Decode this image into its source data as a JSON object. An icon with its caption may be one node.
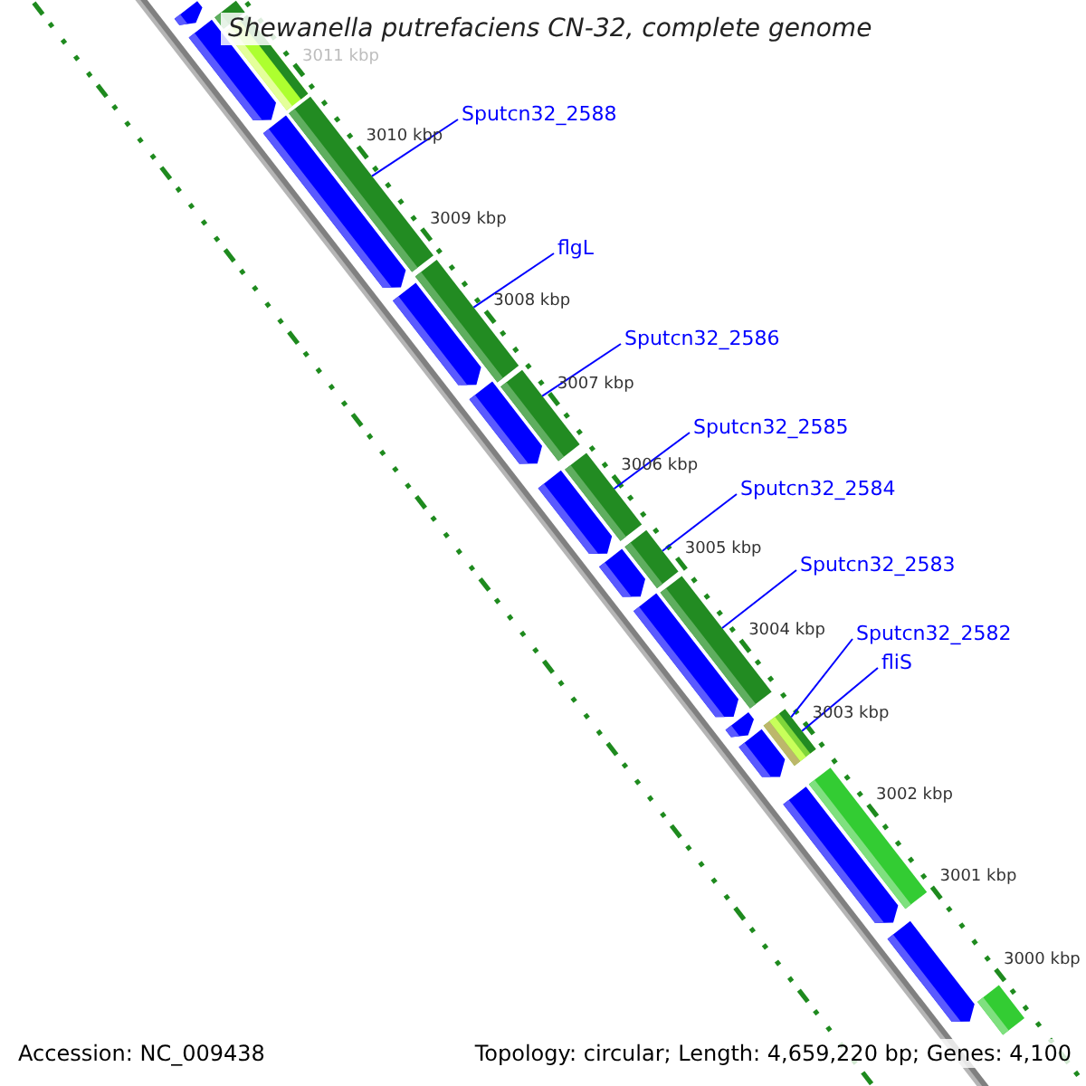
{
  "diagram": {
    "title": "Shewanella putrefaciens CN-32, complete genome",
    "nodes": [
      {
        "text": [
          "Sputcn32_2588"
        ]
      },
      {
        "text": [
          "flgL"
        ]
      },
      {
        "text": [
          "Sputcn32_2586"
        ]
      },
      {
        "text": [
          "Sputcn32_2585"
        ]
      },
      {
        "text": [
          "Sputcn32_2584"
        ]
      },
      {
        "text": [
          "Sputcn32_2583"
        ]
      },
      {
        "text": [
          "Sputcn32_2582"
        ]
      },
      {
        "text": [
          "fliS"
        ]
      },
      {
        "text": [],
        "shape": "bar"
      },
      {
        "text": [],
        "shape": "bar"
      },
      {
        "text": [],
        "shape": "bar"
      },
      {
        "text": [],
        "shape": "bar"
      },
      {
        "text": [],
        "shape": "bar"
      },
      {
        "text": [],
        "shape": "bar"
      },
      {
        "text": [],
        "shape": "bar"
      },
      {
        "text": [],
        "shape": "bar"
      },
      {
        "text": [],
        "shape": "bar"
      },
      {
        "text": [],
        "shape": "bar"
      },
      {
        "text": [],
        "shape": "bar"
      },
      {
        "text": [],
        "shape": "arrow"
      },
      {
        "text": [],
        "shape": "arrow"
      },
      {
        "text": [],
        "shape": "arrow"
      },
      {
        "text": [],
        "shape": "arrow"
      },
      {
        "text": [],
        "shape": "arrow"
      },
      {
        "text": [],
        "shape": "arrow"
      },
      {
        "text": [],
        "shape": "arrow"
      },
      {
        "text": [],
        "shape": "arrow"
      },
      {
        "text": [],
        "shape": "arrow"
      },
      {
        "text": [],
        "shape": "arrow"
      },
      {
        "text": [],
        "shape": "arrow"
      },
      {
        "text": [],
        "shape": "arrow"
      }
    ],
    "edges": [
      {
        "from": 0,
        "to": 10,
        "arrow": "none"
      },
      {
        "from": 1,
        "to": 11,
        "arrow": "none"
      },
      {
        "from": 2,
        "to": 12,
        "arrow": "none"
      },
      {
        "from": 3,
        "to": 13,
        "arrow": "none"
      },
      {
        "from": 4,
        "to": 14,
        "arrow": "none"
      },
      {
        "from": 5,
        "to": 15,
        "arrow": "none"
      },
      {
        "from": 6,
        "to": 16,
        "arrow": "none"
      },
      {
        "from": 7,
        "to": 16,
        "arrow": "none"
      }
    ],
    "labels": [
      "3011 kbp",
      "3010 kbp",
      "3009 kbp",
      "3008 kbp",
      "3007 kbp",
      "3006 kbp",
      "3005 kbp",
      "3004 kbp",
      "3003 kbp",
      "3002 kbp",
      "3001 kbp",
      "3000 kbp",
      "Accession: NC_009438",
      "Topology: circular; Length: 4,659,220 bp; Genes: 4,100"
    ]
  }
}
